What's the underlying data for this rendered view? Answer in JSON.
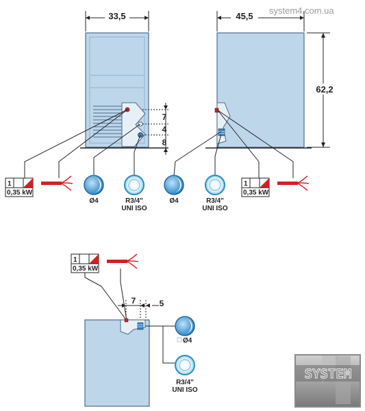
{
  "watermark": "system4.com.ua",
  "top_view": {
    "width_front": "33,5",
    "width_side": "45,5",
    "height": "62,2",
    "dims": [
      "7",
      "4",
      "8"
    ]
  },
  "bottom_view": {
    "dims": [
      "7",
      "5"
    ]
  },
  "electrical": {
    "phase": "1",
    "power": "0,35 kW"
  },
  "drain": {
    "label": "Ø4"
  },
  "drain_small": {
    "label": "Ø4"
  },
  "water": {
    "line1": "R3/4\"",
    "line2": "UNI ISO"
  },
  "logo": {
    "text": "SYSTEM"
  },
  "colors": {
    "cabinet": "#bed6ea",
    "cabinet_dark": "#8fb3d2",
    "drain_blue": "#2b86cc",
    "water_ring": "#2a8fc4",
    "power_red": "#d42020"
  }
}
